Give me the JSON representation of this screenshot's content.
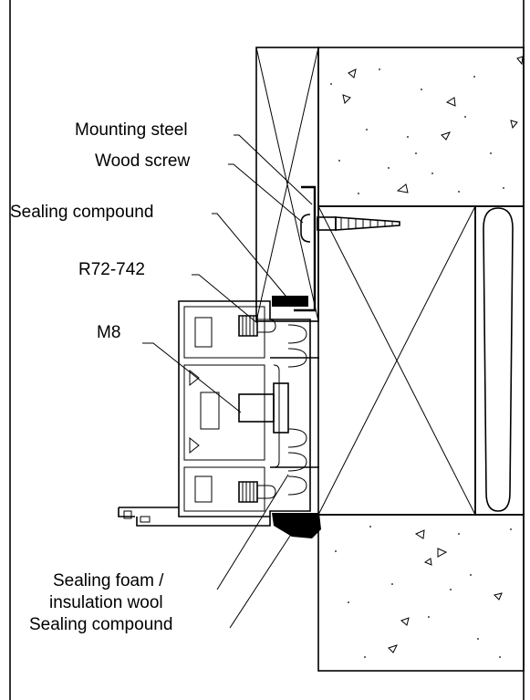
{
  "labels": {
    "mounting_steel": "Mounting steel",
    "wood_screw": "Wood screw",
    "sealing_compound_top": "Sealing compound",
    "r72_742": "R72-742",
    "m8": "M8",
    "sealing_foam": "Sealing foam /",
    "insulation_wool": "insulation wool",
    "sealing_compound_bottom": "Sealing compound"
  }
}
